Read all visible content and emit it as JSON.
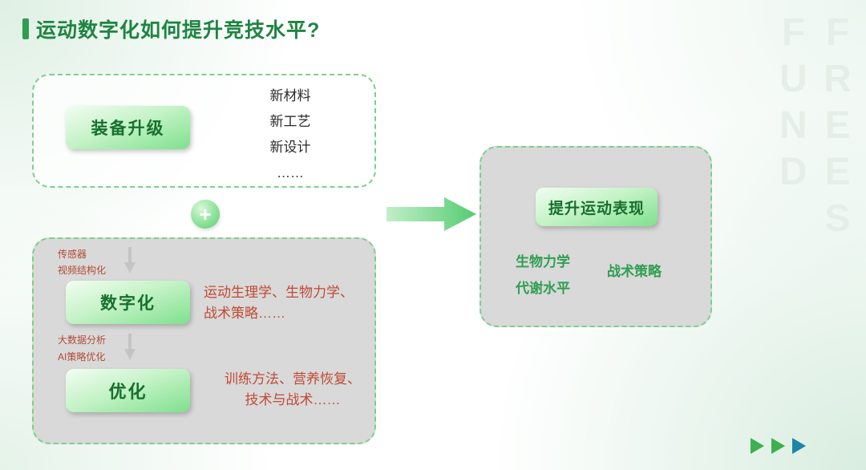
{
  "title": "运动数字化如何提升竞技水平?",
  "watermark": "FREES FUND",
  "plus_sign": "+",
  "equipment_box": {
    "button_label": "装备升级",
    "items": [
      "新材料",
      "新工艺",
      "新设计",
      "……"
    ]
  },
  "process_box": {
    "input_labels": [
      "传感器",
      "视频结构化"
    ],
    "digitization_button": "数字化",
    "digitization_note": [
      "运动生理学、生物力学、",
      "战术策略……"
    ],
    "analysis_labels": [
      "大数据分析",
      "AI策略优化"
    ],
    "optimization_button": "优化",
    "optimization_note": [
      "训练方法、营养恢复、",
      "技术与战术……"
    ]
  },
  "result_box": {
    "button_label": "提升运动表现",
    "items": [
      "生物力学",
      "战术策略",
      "代谢水平"
    ]
  },
  "colors": {
    "title_green": "#1e8442",
    "pill_text_green": "#17702f",
    "note_red": "#c04a35",
    "border_green": "#7ccf8e",
    "box_gray": "#d9d9d9",
    "triangle_green": "#3eb04f",
    "triangle_teal": "#1c86a8"
  }
}
